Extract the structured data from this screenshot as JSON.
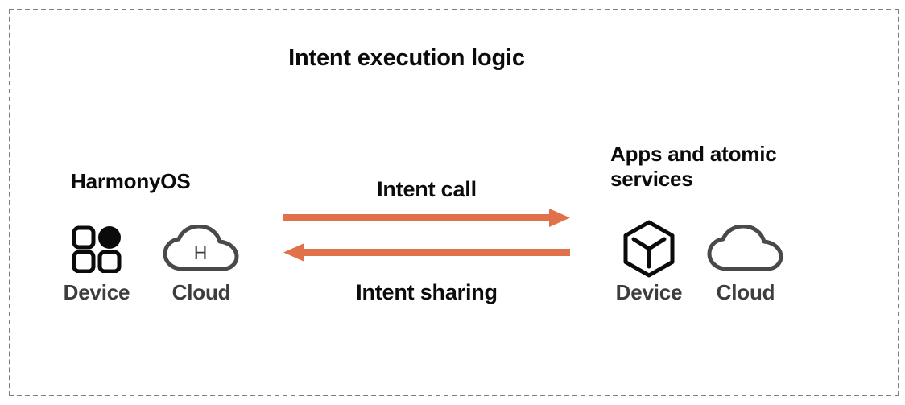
{
  "diagram": {
    "title": "Intent execution logic",
    "border_color": "#7d7d7d",
    "background": "#ffffff",
    "accent_color": "#e0714a",
    "text_color": "#0b0b0b",
    "caption_color": "#3d3d3d"
  },
  "left_group": {
    "heading": "HarmonyOS",
    "nodes": [
      {
        "icon": "app-grid-icon",
        "label": "Device"
      },
      {
        "icon": "cloud-h-icon",
        "label": "Cloud"
      }
    ]
  },
  "right_group": {
    "heading": "Apps and atomic services",
    "nodes": [
      {
        "icon": "cube-package-icon",
        "label": "Device"
      },
      {
        "icon": "cloud-icon",
        "label": "Cloud"
      }
    ]
  },
  "arrows": [
    {
      "label": "Intent call",
      "direction": "right",
      "color": "#e0714a"
    },
    {
      "label": "Intent sharing",
      "direction": "left",
      "color": "#e0714a"
    }
  ],
  "icons": {
    "cloud_badge_text": "H"
  }
}
